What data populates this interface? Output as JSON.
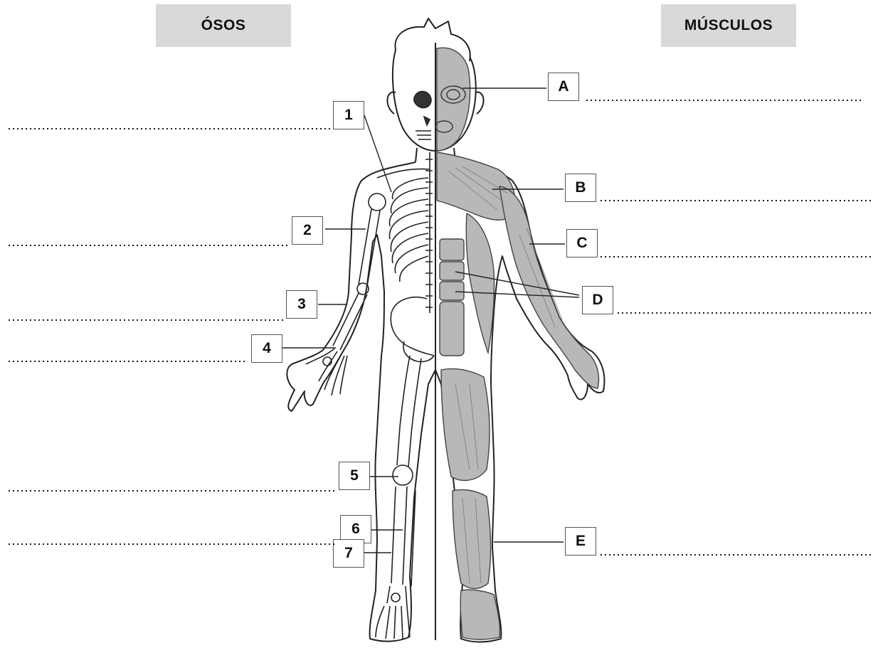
{
  "headers": {
    "bones": "ÓSOS",
    "muscles": "MÚSCULOS"
  },
  "bone_labels": [
    "1",
    "2",
    "3",
    "4",
    "5",
    "6",
    "7"
  ],
  "muscle_labels": [
    "A",
    "B",
    "C",
    "D",
    "E"
  ],
  "colors": {
    "header_bg": "#d9d9d9",
    "muscle_fill": "#b5b5b5",
    "outline": "#222222"
  }
}
